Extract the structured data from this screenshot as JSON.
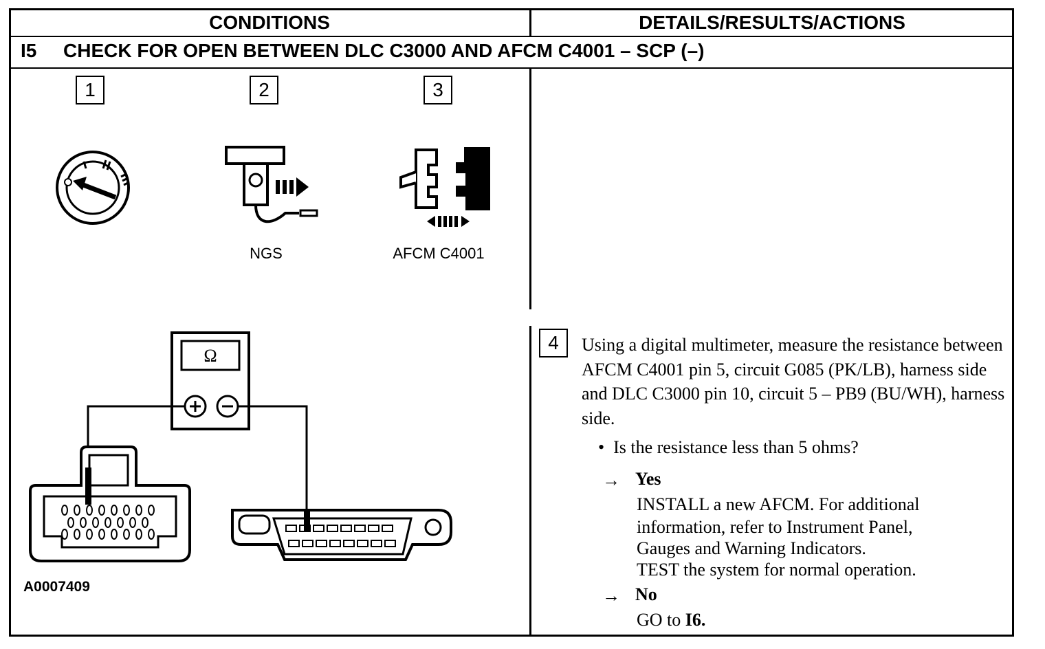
{
  "header": {
    "conditions": "CONDITIONS",
    "details": "DETAILS/RESULTS/ACTIONS"
  },
  "step": {
    "id": "I5",
    "title": "CHECK FOR OPEN BETWEEN DLC C3000 AND AFCM C4001 – SCP (–)"
  },
  "figure": {
    "steps": [
      {
        "num": "1",
        "caption": ""
      },
      {
        "num": "2",
        "caption": "NGS"
      },
      {
        "num": "3",
        "caption": "AFCM C4001"
      }
    ],
    "meter_symbol": "Ω",
    "figure_id": "A0007409"
  },
  "action": {
    "num": "4",
    "instruction": "Using a digital multimeter, measure the resistance between AFCM C4001 pin 5, circuit G085 (PK/LB), harness side and DLC C3000 pin 10, circuit 5 – PB9 (BU/WH), harness side.",
    "question": "Is the resistance less than 5 ohms?",
    "yes": {
      "label": "Yes",
      "lines": [
        "INSTALL a new AFCM. For additional",
        "information, refer to Instrument Panel,",
        "Gauges  and Warning Indicators.",
        "TEST the system for normal operation."
      ]
    },
    "no": {
      "label": "No",
      "text_prefix": "GO to ",
      "text_bold": "I6."
    }
  }
}
